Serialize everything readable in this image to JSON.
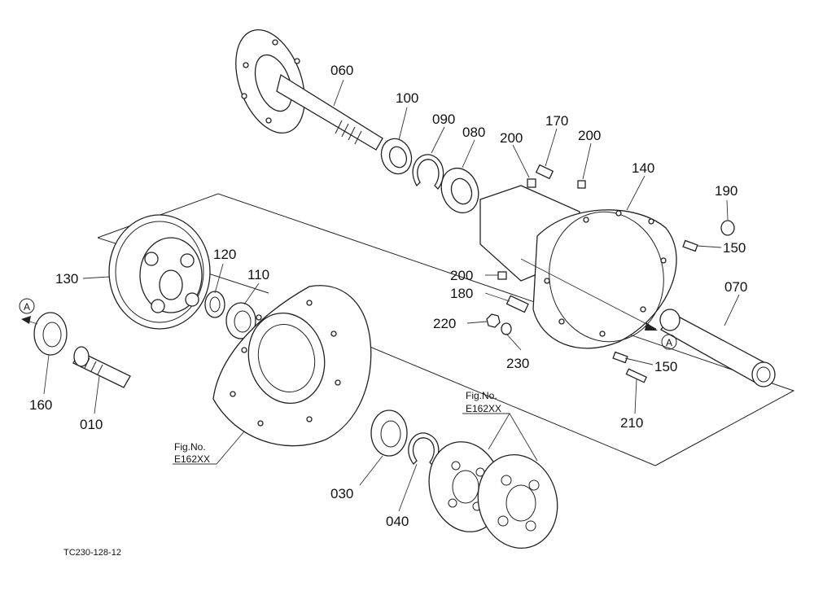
{
  "labels": {
    "p010": "010",
    "p030": "030",
    "p040": "040",
    "p060": "060",
    "p070": "070",
    "p080": "080",
    "p090": "090",
    "p100": "100",
    "p110": "110",
    "p120": "120",
    "p130": "130",
    "p140": "140",
    "p150a": "150",
    "p150b": "150",
    "p160": "160",
    "p170": "170",
    "p180": "180",
    "p190": "190",
    "p200a": "200",
    "p200b": "200",
    "p200c": "200",
    "p210": "210",
    "p220": "220",
    "p230": "230"
  },
  "refs": {
    "marker_a": "A",
    "fig_no": "Fig.No.",
    "fig_code": "E162XX"
  },
  "drawing_code": "TC230-128-12"
}
